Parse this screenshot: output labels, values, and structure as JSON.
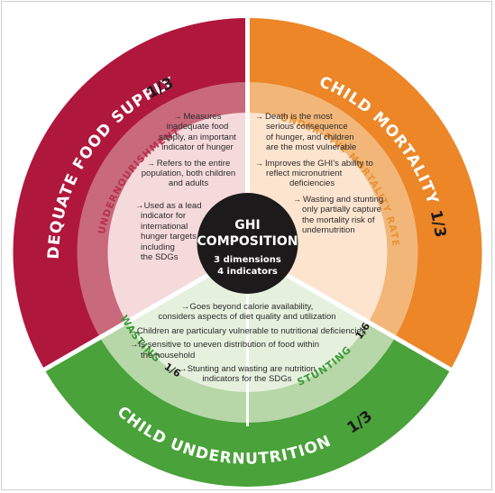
{
  "center": {
    "title_line1": "GHI",
    "title_line2": "COMPOSITION",
    "sub_line1": "3 dimensions",
    "sub_line2": "4 indicators"
  },
  "dimensions": {
    "food_supply": {
      "label": "INADEQUATE FOOD SUPPLY",
      "weight": "1/3",
      "color": "#b0173d"
    },
    "child_mortality": {
      "label": "CHILD MORTALITY",
      "weight": "1/3",
      "color": "#ec8627"
    },
    "child_undernutrition": {
      "label": "CHILD UNDERNUTRITION",
      "weight": "1/3",
      "color": "#4aa23a"
    }
  },
  "indicators": {
    "undernourishment": {
      "label": "UNDERNOURISHMENT",
      "color": "#b8314f"
    },
    "under_five_mortality": {
      "label": "UNDER-FIVE MORTALITY RATE",
      "color": "#e89335"
    },
    "wasting": {
      "label": "WASTING",
      "weight": "1/6",
      "color": "#3c9a37"
    },
    "stunting": {
      "label": "STUNTING",
      "weight": "1/6",
      "color": "#3c9a37"
    }
  },
  "bullets": {
    "undernourishment": [
      [
        "Measures",
        "inadequate food",
        "supply, an important",
        "indicator of hunger"
      ],
      [
        "Refers to the entire",
        "population, both children",
        "and adults"
      ],
      [
        "Used as a lead",
        "indicator for",
        "international",
        "hunger targets,",
        "including",
        "the SDGs"
      ]
    ],
    "mortality": [
      [
        "Death is the most",
        "serious consequence",
        "of hunger, and children",
        "are the most vulnerable"
      ],
      [
        "Improves the GHI’s ability to",
        "reflect micronutrient",
        "deficiencies"
      ],
      [
        "Wasting and stunting",
        "only partially capture",
        "the mortality risk of",
        "undernutrition"
      ]
    ],
    "undernutrition": [
      [
        "Goes beyond calorie availability,",
        "considers aspects of diet quality and utilization"
      ],
      [
        "Children are particulary vulnerable to nutritional deficiencies"
      ],
      [
        "Is sensitive to uneven distribution of food within",
        "the household"
      ],
      [
        "Stunting and wasting are nutrition",
        "indicators for the SDGs"
      ]
    ]
  },
  "arrow_glyph": "→"
}
